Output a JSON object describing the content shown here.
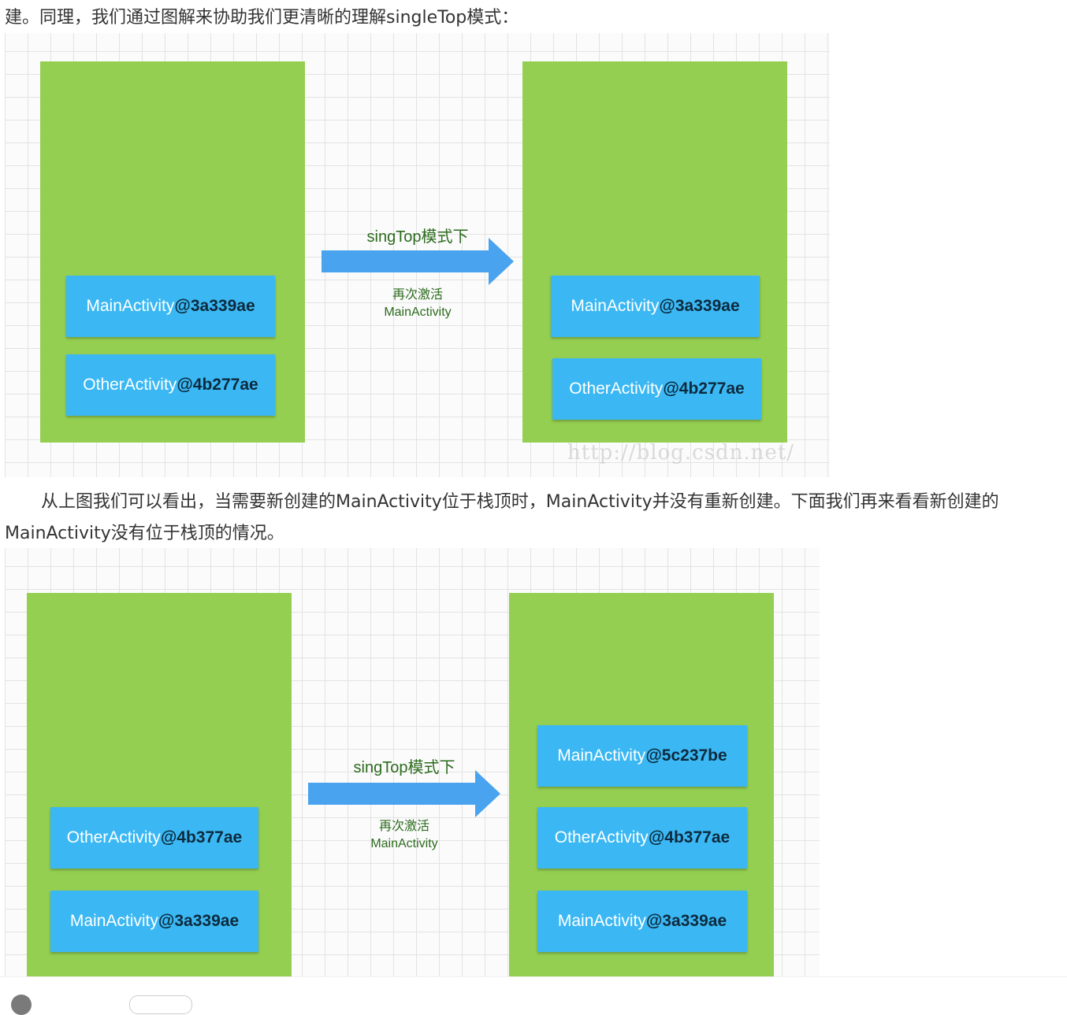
{
  "article": {
    "para_intro": "建。同理，我们通过图解来协助我们更清晰的理解singleTop模式：",
    "para_mid_line1": "从上图我们可以看出，当需要新创建的MainActivity位于栈顶时，MainActivity并没有重新创建。下面我们再来看看新创建的",
    "para_mid_line2": "MainActivity没有位于栈顶的情况。"
  },
  "diagram1": {
    "left_stack": [
      {
        "name": "MainActivity",
        "hash": "@3a339ae"
      },
      {
        "name": "OtherActivity",
        "hash": "@4b277ae"
      }
    ],
    "arrow_label": "singTop模式下",
    "arrow_sub_line1": "再次激活",
    "arrow_sub_line2": "MainActivity",
    "right_stack": [
      {
        "name": "MainActivity",
        "hash": "@3a339ae"
      },
      {
        "name": "OtherActivity",
        "hash": "@4b277ae"
      }
    ],
    "watermark": "http://blog.csdn.net/"
  },
  "diagram2": {
    "left_stack": [
      {
        "name": "OtherActivity",
        "hash": "@4b377ae"
      },
      {
        "name": "MainActivity",
        "hash": "@3a339ae"
      }
    ],
    "arrow_label": "singTop模式下",
    "arrow_sub_line1": "再次激活",
    "arrow_sub_line2": "MainActivity",
    "right_stack": [
      {
        "name": "MainActivity",
        "hash": "@5c237be"
      },
      {
        "name": "OtherActivity",
        "hash": "@4b377ae"
      },
      {
        "name": "MainActivity",
        "hash": "@3a339ae"
      }
    ]
  },
  "colors": {
    "stack_green": "#95cf51",
    "activity_blue": "#3bb8f3",
    "arrow_blue": "#4aa3ef",
    "label_green": "#2c6b1e"
  }
}
